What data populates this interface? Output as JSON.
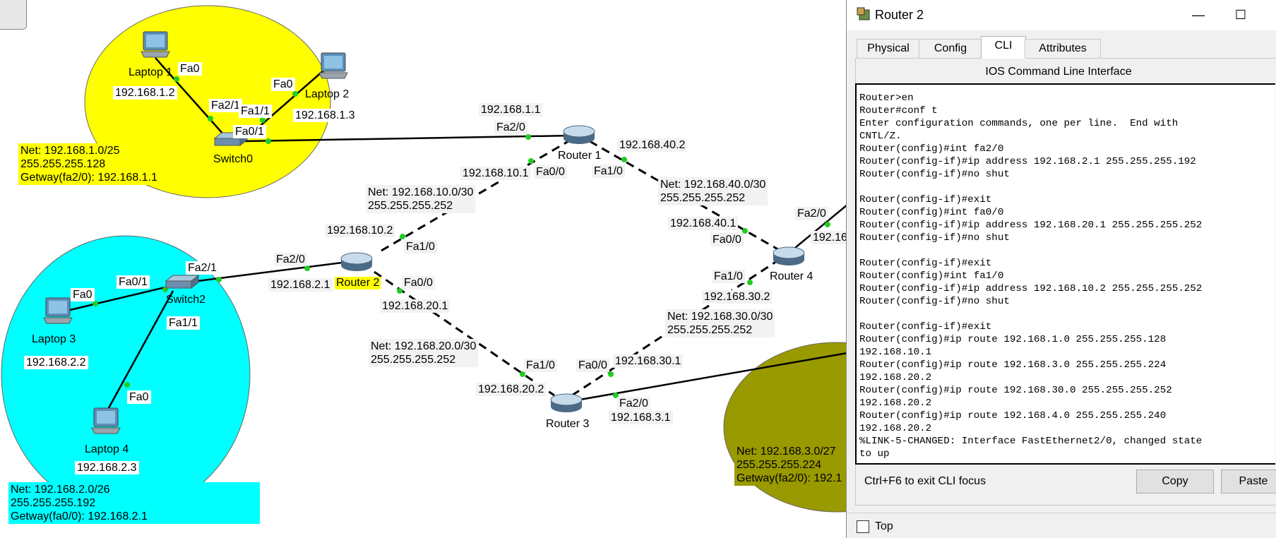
{
  "topology": {
    "devices": {
      "laptop1": "Laptop 1",
      "laptop2": "Laptop 2",
      "laptop3": "Laptop 3",
      "laptop4": "Laptop 4",
      "switch0": "Switch0",
      "switch2": "Switch2",
      "router1": "Router 1",
      "router2": "Router 2",
      "router3": "Router 3",
      "router4": "Router 4"
    },
    "ports": {
      "l1_fa0": "Fa0",
      "l2_fa0": "Fa0",
      "sw0_fa21": "Fa2/1",
      "sw0_fa11": "Fa1/1",
      "sw0_fa01": "Fa0/1",
      "r1_fa20": "Fa2/0",
      "r1_fa00": "Fa0/0",
      "r1_fa10": "Fa1/0",
      "r2_fa20": "Fa2/0",
      "r2_fa10": "Fa1/0",
      "r2_fa00": "Fa0/0",
      "sw2_fa21": "Fa2/1",
      "sw2_fa01": "Fa0/1",
      "sw2_fa11": "Fa1/1",
      "l3_fa0": "Fa0",
      "l4_fa0": "Fa0",
      "r3_fa10": "Fa1/0",
      "r3_fa00": "Fa0/0",
      "r3_fa20": "Fa2/0",
      "r4_fa00": "Fa0/0",
      "r4_fa10": "Fa1/0",
      "r4_fa20": "Fa2/0"
    },
    "ips": {
      "laptop1": "192.168.1.2",
      "laptop2": "192.168.1.3",
      "r1_fa20": "192.168.1.1",
      "r1_fa00": "192.168.10.1",
      "r1_fa10": "192.168.40.2",
      "r2_fa10": "192.168.10.2",
      "r2_fa20": "192.168.2.1",
      "r2_fa00": "192.168.20.1",
      "laptop3": "192.168.2.2",
      "laptop4": "192.168.2.3",
      "r3_fa10": "192.168.20.2",
      "r3_fa00": "192.168.30.1",
      "r3_fa20": "192.168.3.1",
      "r4_fa00": "192.168.40.1",
      "r4_fa10": "192.168.30.2",
      "r4_fa20": "192.16"
    },
    "nets": {
      "lan1": "Net: 192.168.1.0/25\n255.255.255.128\nGetway(fa2/0): 192.168.1.1",
      "lan2": "Net: 192.168.2.0/26\n255.255.255.192\nGetway(fa0/0): 192.168.2.1",
      "lan3": "Net: 192.168.3.0/27\n255.255.255.224\nGetway(fa2/0): 192.1",
      "wan10": "Net: 192.168.10.0/30\n255.255.255.252",
      "wan40": "Net: 192.168.40.0/30\n255.255.255.252",
      "wan20": "Net: 192.168.20.0/30\n255.255.255.252",
      "wan30": "Net: 192.168.30.0/30\n255.255.255.252"
    },
    "colors": {
      "lan1": "#ffff00",
      "lan2": "#00ffff",
      "lan3": "#999900"
    }
  },
  "window": {
    "title": "Router 2",
    "minimize_icon": "minimize-icon",
    "maximize_icon": "maximize-icon",
    "tabs": [
      "Physical",
      "Config",
      "CLI",
      "Attributes"
    ],
    "active_tab": "CLI",
    "cli_title": "IOS Command Line Interface",
    "cli_output": "Router>en\nRouter#conf t\nEnter configuration commands, one per line.  End with\nCNTL/Z.\nRouter(config)#int fa2/0\nRouter(config-if)#ip address 192.168.2.1 255.255.255.192\nRouter(config-if)#no shut\n\nRouter(config-if)#exit\nRouter(config)#int fa0/0\nRouter(config-if)#ip address 192.168.20.1 255.255.255.252\nRouter(config-if)#no shut\n\nRouter(config-if)#exit\nRouter(config)#int fa1/0\nRouter(config-if)#ip address 192.168.10.2 255.255.255.252\nRouter(config-if)#no shut\n\nRouter(config-if)#exit\nRouter(config)#ip route 192.168.1.0 255.255.255.128\n192.168.10.1\nRouter(config)#ip route 192.168.3.0 255.255.255.224\n192.168.20.2\nRouter(config)#ip route 192.168.30.0 255.255.255.252\n192.168.20.2\nRouter(config)#ip route 192.168.4.0 255.255.255.240\n192.168.20.2\n%LINK-5-CHANGED: Interface FastEthernet2/0, changed state\nto up",
    "hint": "Ctrl+F6 to exit CLI focus",
    "copy_label": "Copy",
    "paste_label": "Paste",
    "top_label": "Top"
  }
}
